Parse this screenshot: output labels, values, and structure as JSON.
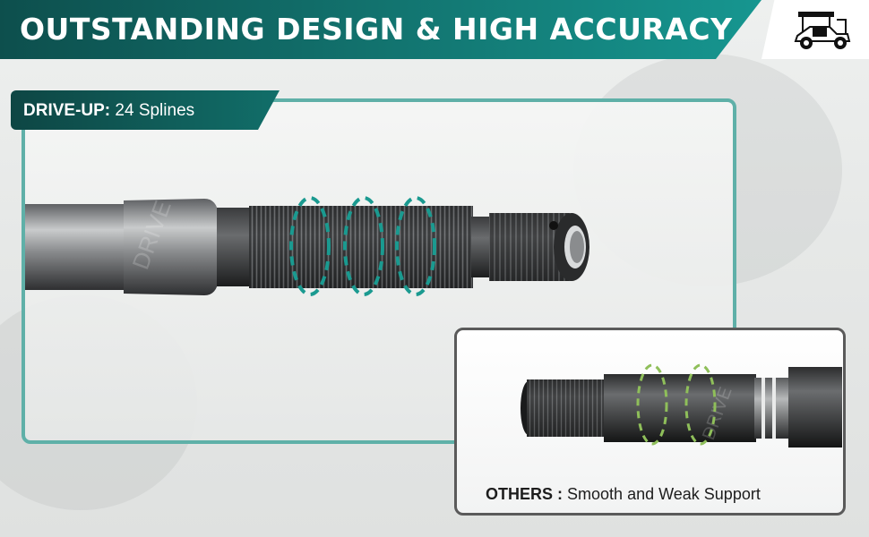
{
  "header": {
    "title": "OUTSTANDING DESIGN & HIGH ACCURACY",
    "logo_icon": "golf-cart-icon"
  },
  "main_callout": {
    "label_bold": "DRIVE-UP:",
    "label_text": "24 Splines",
    "watermark": "DRIVE"
  },
  "comparison": {
    "label_bold": "OTHERS :",
    "label_text": "Smooth and Weak Support",
    "watermark": "DRIVE"
  },
  "colors": {
    "banner": "#137a75",
    "accent_teal": "#5fb0a8",
    "marker_teal": "#1a9a90",
    "marker_green": "#8fbf5a"
  }
}
